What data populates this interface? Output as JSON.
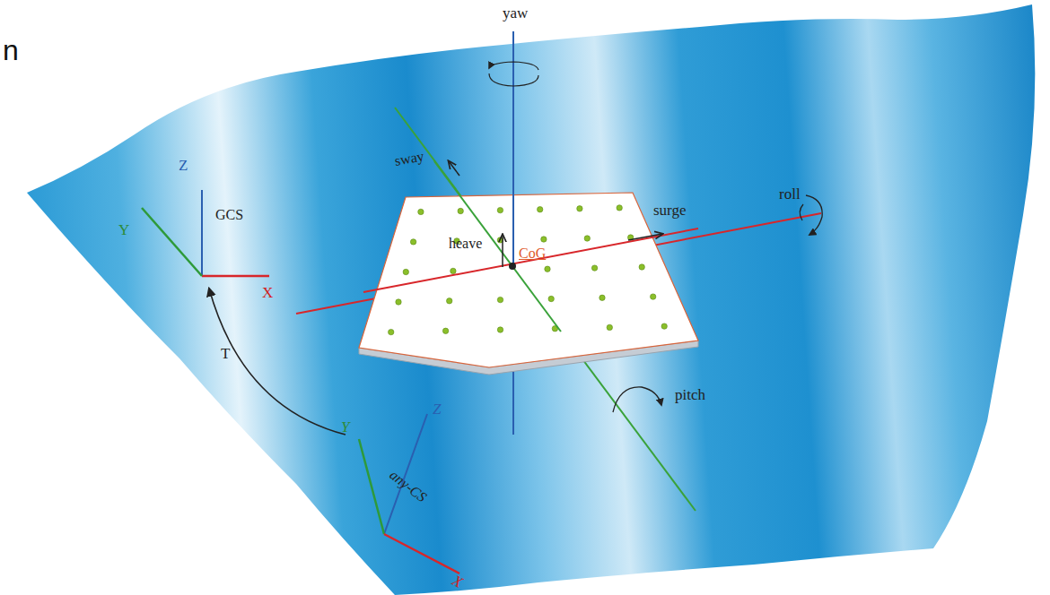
{
  "diagram": {
    "labels": [
      "n",
      "yaw",
      "Z",
      "GCS",
      "Y",
      "X",
      "sway",
      "surge",
      "roll",
      "heave",
      "CoG",
      "T",
      "pitch",
      "Z",
      "Y",
      "any-CS",
      "X"
    ]
  }
}
